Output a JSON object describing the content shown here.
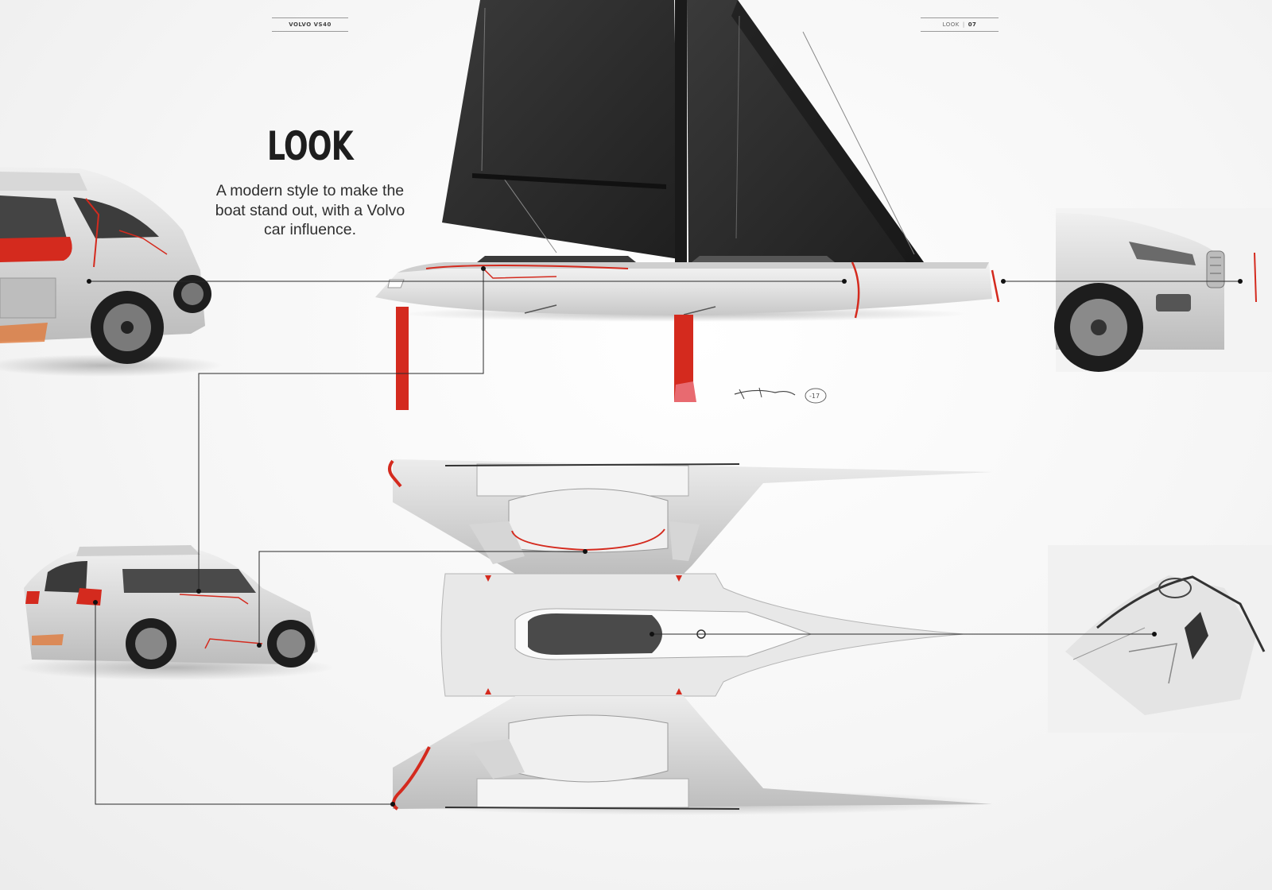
{
  "header": {
    "left_label": "VOLVO VS40",
    "right_section": "LOOK",
    "right_page": "07"
  },
  "title": "LOOK",
  "description": "A modern style to make the boat stand out, with a Volvo car influence.",
  "colors": {
    "accent_red": "#d42a1e",
    "sail_dark": "#2b2b2b",
    "hull_light": "#e6e6e6",
    "line_dark": "#2a2a2a"
  },
  "signature": "-17"
}
